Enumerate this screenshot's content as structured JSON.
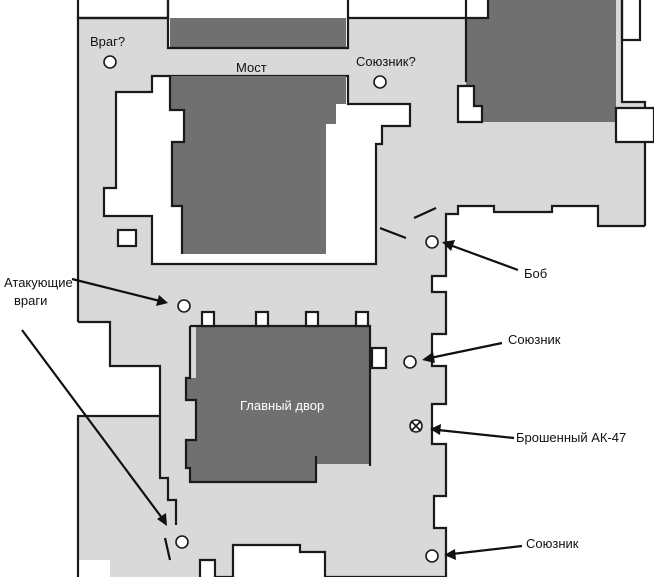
{
  "labels": {
    "enemy_maybe": "Враг?",
    "bridge": "Мост",
    "ally_maybe": "Союзник?",
    "attacking_enemies_line1": "Атакующие",
    "attacking_enemies_line2": "враги",
    "main_yard": "Главный двор",
    "bob": "Боб",
    "ally_right": "Союзник",
    "dropped_ak47": "Брошенный АК-47",
    "ally_bottom": "Союзник"
  },
  "colors": {
    "walkable": "#d9d9d9",
    "building": "#707070",
    "background": "#ffffff",
    "ink": "#1a1a1a"
  }
}
